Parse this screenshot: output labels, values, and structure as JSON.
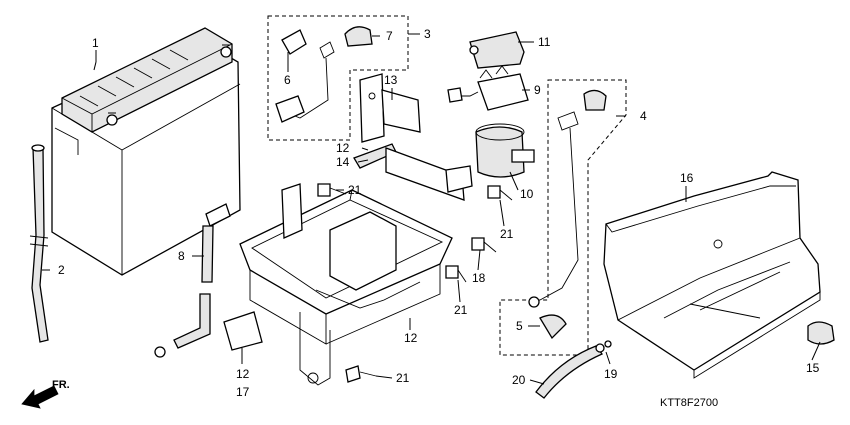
{
  "diagram": {
    "callouts": [
      {
        "id": "c1",
        "label": "1"
      },
      {
        "id": "c2",
        "label": "2"
      },
      {
        "id": "c3",
        "label": "3"
      },
      {
        "id": "c4",
        "label": "4"
      },
      {
        "id": "c5",
        "label": "5"
      },
      {
        "id": "c6",
        "label": "6"
      },
      {
        "id": "c7",
        "label": "7"
      },
      {
        "id": "c8",
        "label": "8"
      },
      {
        "id": "c9",
        "label": "9"
      },
      {
        "id": "c10",
        "label": "10"
      },
      {
        "id": "c11",
        "label": "11"
      },
      {
        "id": "c12a",
        "label": "12"
      },
      {
        "id": "c12b",
        "label": "12"
      },
      {
        "id": "c12c",
        "label": "12"
      },
      {
        "id": "c13",
        "label": "13"
      },
      {
        "id": "c14",
        "label": "14"
      },
      {
        "id": "c15",
        "label": "15"
      },
      {
        "id": "c16",
        "label": "16"
      },
      {
        "id": "c17",
        "label": "17"
      },
      {
        "id": "c18",
        "label": "18"
      },
      {
        "id": "c19",
        "label": "19"
      },
      {
        "id": "c20",
        "label": "20"
      },
      {
        "id": "c21a",
        "label": "21"
      },
      {
        "id": "c21b",
        "label": "21"
      },
      {
        "id": "c21c",
        "label": "21"
      },
      {
        "id": "c21d",
        "label": "21"
      }
    ],
    "direction_label": "FR.",
    "figure_code": "KTT8F2700"
  }
}
